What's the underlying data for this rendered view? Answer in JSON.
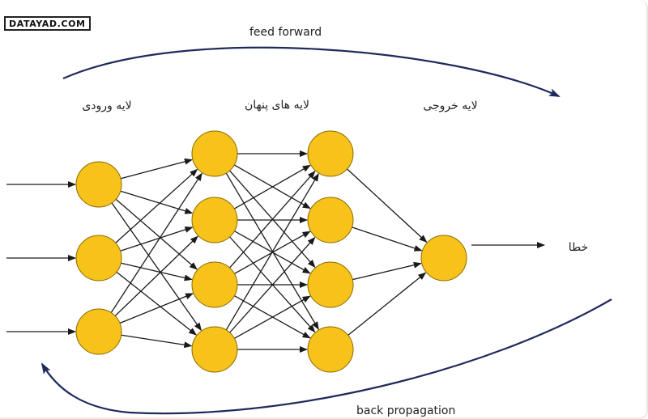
{
  "watermark": "DATAYAD.COM",
  "feed_forward_label": "feed forward",
  "back_propagation_label": "back propagation",
  "layers": {
    "input_label": "لایه ورودی",
    "hidden_label": "لایه های پنهان",
    "output_label": "لایه خروجی"
  },
  "error_label": "خطا",
  "network": {
    "input_nodes": 3,
    "hidden1_nodes": 4,
    "hidden2_nodes": 4,
    "output_nodes": 1
  },
  "colors": {
    "node_fill": "#f7c31a",
    "node_stroke": "#8a6a00",
    "flow_arrow": "#1f2a5c",
    "edge": "#1a1a1a"
  }
}
